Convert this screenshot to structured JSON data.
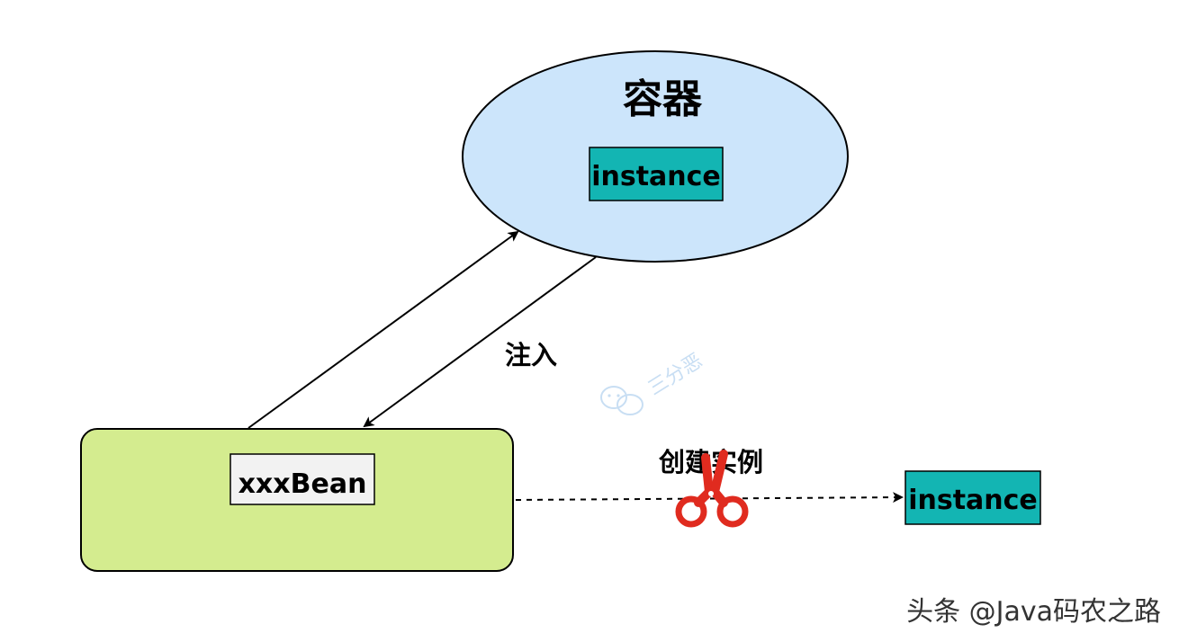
{
  "container": {
    "title": "容器",
    "instance_label": "instance",
    "fill_color": "#cce5fb",
    "instance_box_color": "#13b5b3"
  },
  "bean": {
    "label": "xxxBean",
    "fill_color": "#d4ec8f",
    "label_box_color": "#f2f2f2"
  },
  "arrows": {
    "inject_label": "注入",
    "create_label": "创建实例"
  },
  "external_instance": {
    "label": "instance",
    "box_color": "#13b5b3"
  },
  "watermark": {
    "text": "三分恶"
  },
  "footer": {
    "attribution": "头条 @Java码农之路"
  },
  "icons": {
    "scissors": "scissors-icon",
    "wechat": "wechat-icon"
  },
  "colors": {
    "stroke": "#000000",
    "scissors": "#e02b1f"
  }
}
